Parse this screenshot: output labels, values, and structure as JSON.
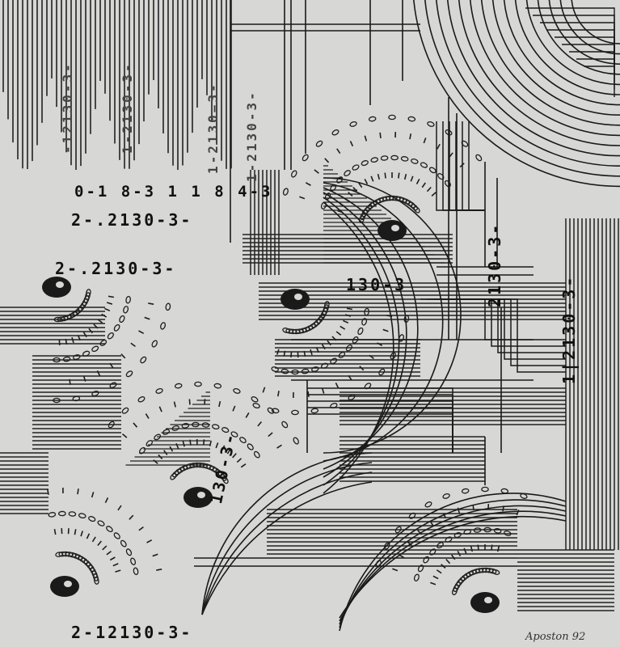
{
  "artwork": {
    "codes": {
      "top_left_row": "0-1 8-3 1 1 8 4-3",
      "code_1": "2-.2130-3-",
      "code_2": "2-.2130-3-",
      "code_mid": "130-3",
      "code_right": "2130-3-",
      "code_right_v2": "1|2130-3-",
      "code_bottom": "2-12130-3-",
      "code_center_arc": "130-3-",
      "vertical_code_a": "-12130-3-",
      "vertical_code_b": "1-2130-3-",
      "vertical_code_c": "1-2130=3-",
      "vertical_code_d": "1-2130-3-"
    },
    "signature": "Aposton 92"
  }
}
